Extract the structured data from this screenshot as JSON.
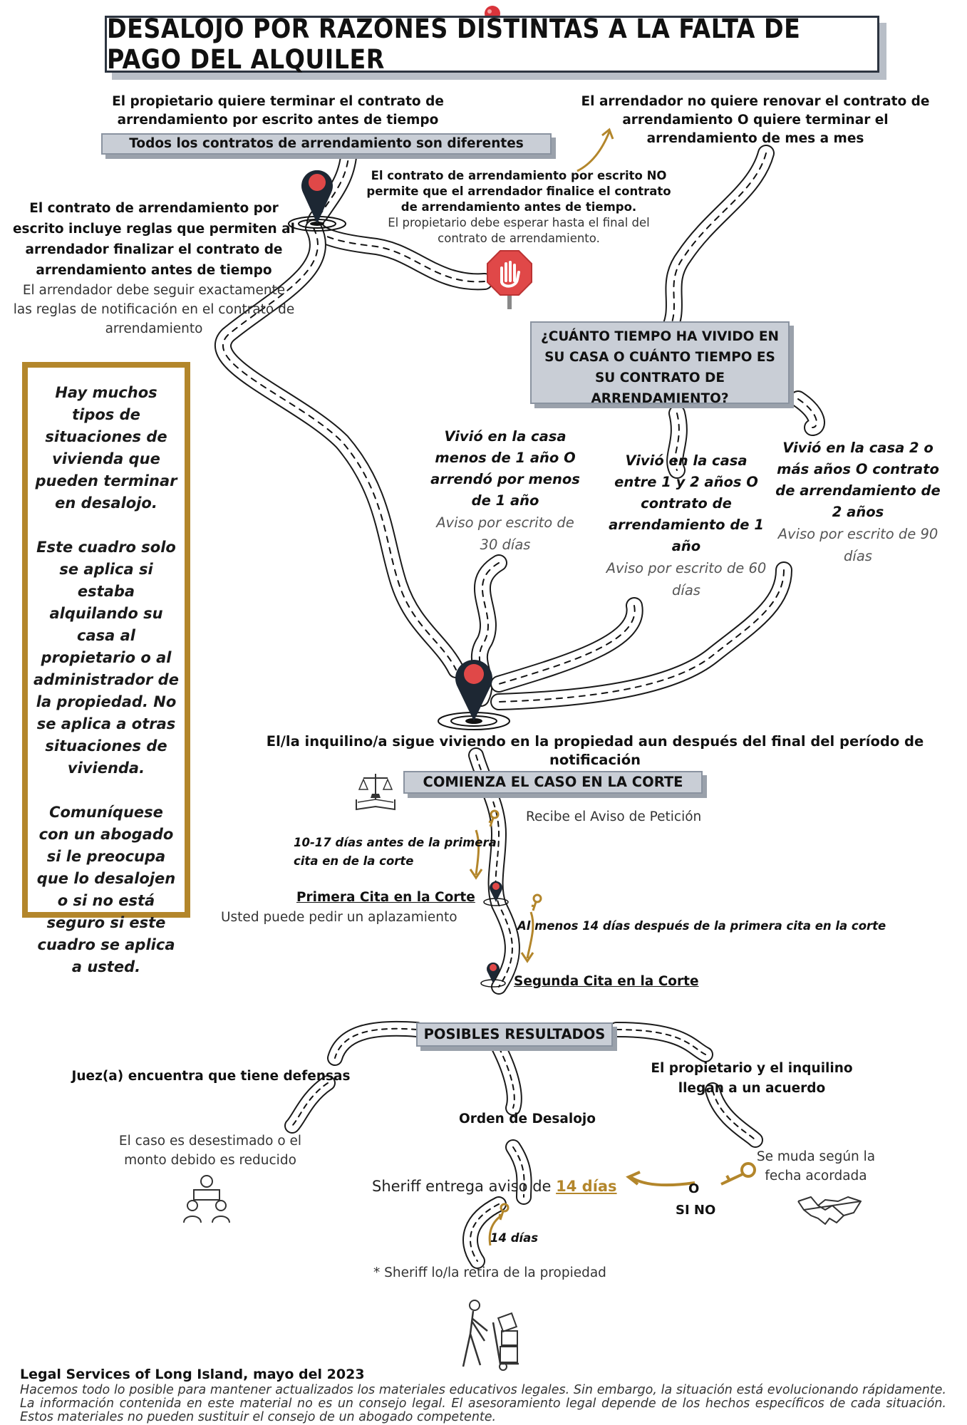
{
  "title": "DESALOJO POR RAZONES DISTINTAS A LA FALTA DE PAGO DEL ALQUILER",
  "top_left": {
    "heading": "El propietario quiere terminar el contrato de arrendamiento por escrito antes de tiempo",
    "banner": "Todos los contratos de arrendamiento son diferentes"
  },
  "top_right": {
    "heading": "El arrendador no quiere renovar el contrato de arrendamiento O quiere terminar el arrendamiento de mes a mes"
  },
  "lease_allows": {
    "heading": "El contrato de arrendamiento por escrito incluye reglas que permiten al arrendador finalizar el contrato de arrendamiento antes de tiempo",
    "note": "El arrendador debe seguir exactamente las reglas de notificación en el contrato de arrendamiento"
  },
  "lease_not_allows": {
    "heading": "El contrato de arrendamiento por escrito NO permite que el arrendador finalice el contrato de arrendamiento antes de tiempo.",
    "note": "El propietario debe esperar hasta el final del contrato de arrendamiento."
  },
  "question_box": "¿CUÁNTO TIEMPO HA VIVIDO EN SU CASA O CUÁNTO TIEMPO ES SU CONTRATO DE ARRENDAMIENTO?",
  "durations": [
    {
      "heading": "Vivió en la casa menos de 1 año O arrendó por menos de 1 año",
      "notice": "Aviso por escrito de 30 días"
    },
    {
      "heading": "Vivió en la casa entre 1 y 2 años O contrato de arrendamiento de 1 año",
      "notice": "Aviso por escrito de 60 días"
    },
    {
      "heading": "Vivió en la casa 2 o más años O contrato de arrendamiento de 2 años",
      "notice": "Aviso por escrito de 90 días"
    }
  ],
  "side_box": {
    "p1": "Hay muchos tipos de situaciones de vivienda que pueden terminar en desalojo.",
    "p2": "Este cuadro solo se aplica si estaba alquilando su casa al propietario o al administrador de la propiedad. No se aplica a otras situaciones de vivienda.",
    "p3": "Comuníquese con un abogado si le preocupa que lo desalojen o si no está seguro si este cuadro se aplica a usted."
  },
  "tenant_stays": "El/la inquilino/a sigue viviendo en la propiedad aun después del final del período de notificación",
  "court": {
    "banner": "COMIENZA EL CASO EN LA CORTE",
    "petition": "Recibe el Aviso de Petición",
    "days_before": "10-17 días antes de la primera cita en de la corte",
    "first_date": "Primera Cita en la Corte",
    "first_note": "Usted puede pedir un aplazamiento",
    "days_after": "Al menos 14 días después de la primera cita en la corte",
    "second_date": "Segunda Cita en la Corte"
  },
  "outcomes": {
    "banner": "POSIBLES RESULTADOS",
    "defenses": "Juez(a) encuentra que tiene defensas",
    "defenses_note": "El caso es desestimado o el monto debido es reducido",
    "eviction_order": "Orden de Desalojo",
    "agreement": "El propietario y el inquilino llegan a un acuerdo",
    "agreement_note": "Se muda según la fecha acordada",
    "sheriff_prefix": "Sheriff entrega aviso de ",
    "sheriff_days": "14 días",
    "o_label": "O",
    "si_no_label": "SI NO",
    "days_label": "14 días",
    "removal": "* Sheriff lo/la retira de la propiedad"
  },
  "footer": {
    "org": "Legal Services of Long Island, mayo del 2023",
    "disclaimer": "Hacemos todo lo posible para mantener actualizados los materiales educativos legales. Sin embargo, la situación está evolucionando rápidamente. La información contenida en este material no es un consejo legal. El asesoramiento legal depende de los hechos específicos de cada situación. Estos materiales no pueden sustituir el consejo de un abogado competente."
  },
  "colors": {
    "accent_red": "#e04848",
    "gold": "#b3862b",
    "box_gray": "#c9ced6",
    "navy": "#1d2733"
  },
  "icons": [
    "push-pin-icon",
    "map-pin-icon",
    "stop-hand-icon",
    "scales-book-icon",
    "key-icon",
    "judge-meeting-icon",
    "handshake-icon",
    "mover-dolly-icon"
  ]
}
